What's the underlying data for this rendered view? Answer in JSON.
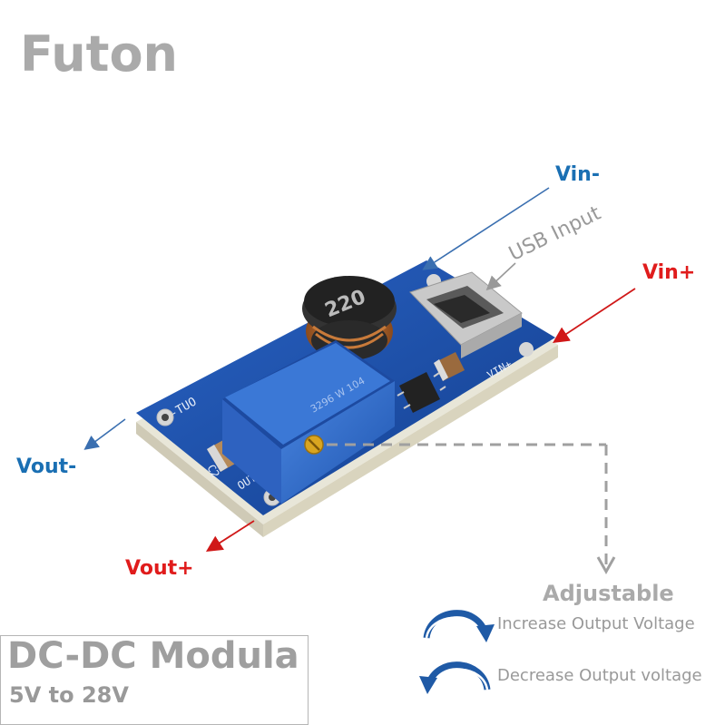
{
  "brand": "Futon",
  "labels": {
    "vin_minus": "Vin-",
    "vin_plus": "Vin+",
    "usb_input": "USB Input",
    "vout_minus": "Vout-",
    "vout_plus": "Vout+"
  },
  "pcb": {
    "inductor_marking": "220",
    "silk_vin_plus": "VIN+",
    "silk_out_minus": "OUT-",
    "silk_out_plus": "OUT+",
    "silk_c2": "C2"
  },
  "adjustable": {
    "title": "Adjustable",
    "increase": "Increase  Output Voltage",
    "decrease": "Decrease Output voltage"
  },
  "info": {
    "title": "DC-DC Modula",
    "range": "5V to 28V"
  },
  "colors": {
    "blue_label": "#1a6fb3",
    "red_label": "#e01c1c",
    "pcb_blue": "#1c4fa8",
    "potentiometer": "#2d6ccf"
  }
}
